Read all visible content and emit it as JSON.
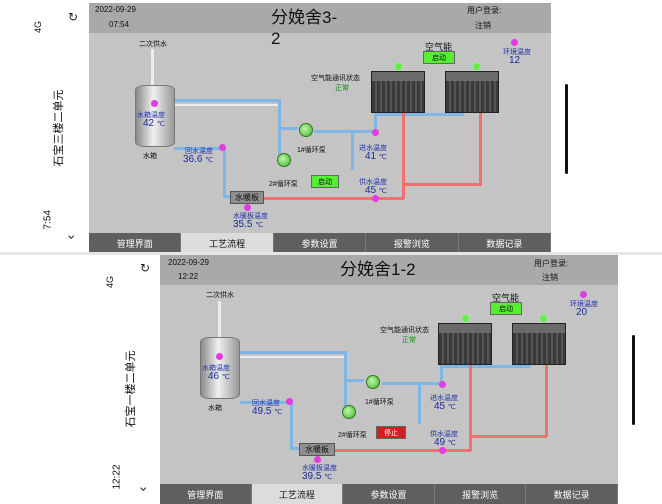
{
  "top": {
    "phone": {
      "time": "7:54",
      "side_label": "石宝三楼二单元",
      "signal": "4G"
    },
    "header": {
      "date": "2022-09-29",
      "time": "07:54",
      "title": "分娩舍3-",
      "title_line2": "2",
      "user_label": "用户登录:",
      "logout": "注销"
    },
    "labels": {
      "secondary_supply": "二次供水",
      "tank_temp": "水箱温度",
      "tank": "水箱",
      "return_temp": "回水温度",
      "pump1": "1#循环泵",
      "pump2": "2#循环泵",
      "floor_heat": "水暖板",
      "floor_heat_temp": "水暖板温度",
      "inlet_temp": "进水温度",
      "supply_temp": "供水温度",
      "comm_status": "空气能通讯状态",
      "comm_value": "正常",
      "air_energy": "空气能",
      "env_temp": "环境温度"
    },
    "values": {
      "tank_temp": "42",
      "return_temp": "36.6",
      "floor_heat_temp": "35.5",
      "inlet_temp": "41",
      "supply_temp": "45",
      "env_temp": "12",
      "unit": "℃"
    },
    "buttons": {
      "air_start": "启动",
      "pump2_start": "启动"
    }
  },
  "bottom": {
    "phone": {
      "time": "12:22",
      "side_label": "石宝一楼二单元",
      "signal": "4G"
    },
    "header": {
      "date": "2022-09-29",
      "time": "12:22",
      "title": "分娩舍1-2",
      "user_label": "用户登录:",
      "logout": "注销"
    },
    "labels": {
      "secondary_supply": "二次供水",
      "tank_temp": "水箱温度",
      "tank": "水箱",
      "return_temp": "回水温度",
      "pump1": "1#循环泵",
      "pump2": "2#循环泵",
      "floor_heat": "水暖板",
      "floor_heat_temp": "水暖板温度",
      "inlet_temp": "进水温度",
      "supply_temp": "供水温度",
      "comm_status": "空气能通讯状态",
      "comm_value": "正常",
      "air_energy": "空气能",
      "env_temp": "环境温度"
    },
    "values": {
      "tank_temp": "46",
      "return_temp": "49.5",
      "floor_heat_temp": "39.5",
      "inlet_temp": "45",
      "supply_temp": "49",
      "env_temp": "20",
      "unit": "℃"
    },
    "buttons": {
      "air_start": "启动",
      "pump2_stop": "停止"
    }
  },
  "nav": [
    "管理界面",
    "工艺流程",
    "参数设置",
    "报警浏览",
    "数据记录"
  ],
  "colors": {
    "panel": "#c4c4c4",
    "header": "#a9a9a9",
    "nav": "#5f5f5f",
    "running": "#55ee33",
    "stopped": "#cc2222",
    "cold_pipe": "#7fb6e6",
    "hot_pipe": "#f07070",
    "sensor": "#e23be0"
  }
}
